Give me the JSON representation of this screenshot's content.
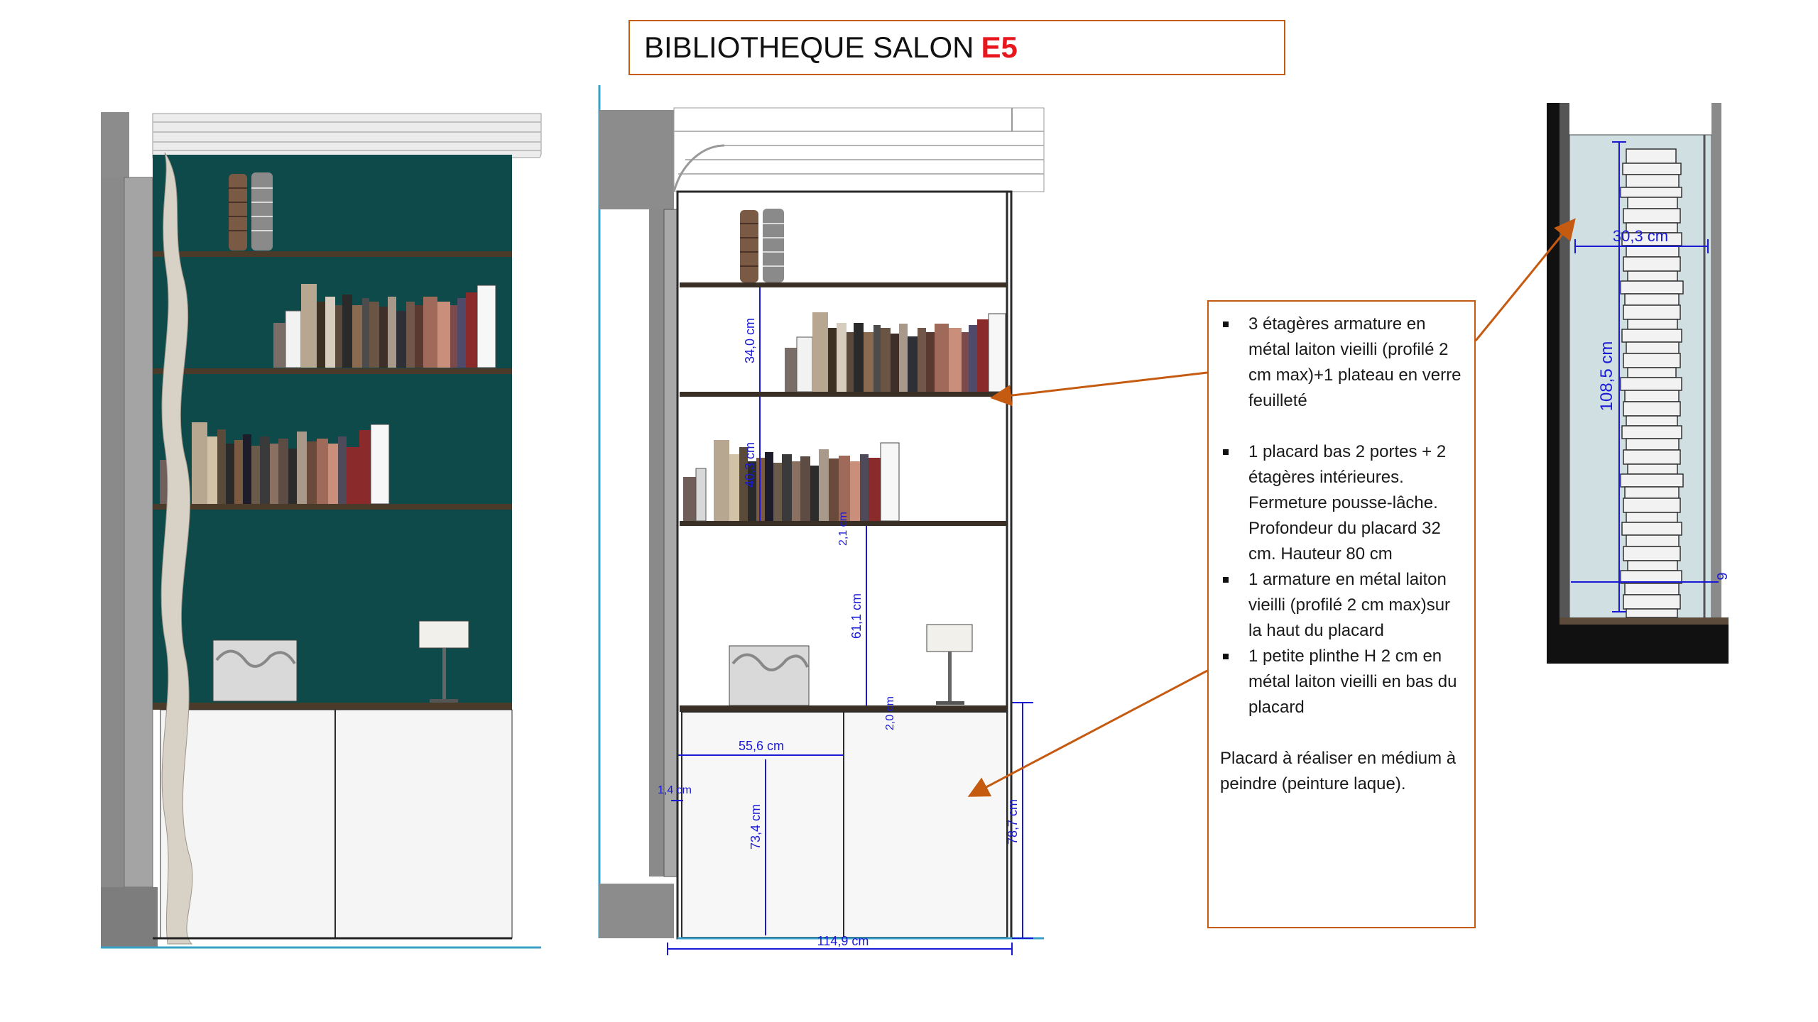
{
  "title": {
    "text": "BIBLIOTHEQUE SALON",
    "code": "E5"
  },
  "notes": {
    "items": [
      "3 étagères armature en métal laiton vieilli (profilé 2 cm max)+1 plateau en verre feuilleté",
      "1 placard  bas 2 portes + 2 étagères intérieures. Fermeture pousse-lâche. Profondeur du placard 32 cm. Hauteur 80 cm",
      "1 armature en métal laiton vieilli (profilé 2 cm max)sur la haut du placard",
      "1 petite plinthe H 2 cm en métal laiton vieilli en bas du placard"
    ],
    "footer": "Placard à réaliser en médium à peindre (peinture laque)."
  },
  "dimensions": {
    "shelf_height": "34,0 cm",
    "shelf_2": "40,3 cm",
    "shelf_thickness": "2,1 cm",
    "niche_height": "61,1 cm",
    "top_profile": "2,0 cm",
    "door_width": "55,6 cm",
    "side_gap": "1,4 cm",
    "door_height": "73,4 cm",
    "cabinet_height": "78,7 cm",
    "total_width": "114,9 cm",
    "section_depth": "30,3 cm",
    "section_height": "108,5 cm",
    "section_edge": "9"
  },
  "colors": {
    "accent_border": "#c55a11",
    "code_red": "#e8161d",
    "wall_teal": "#0e4a4a",
    "dimension_blue": "#1a1ad6",
    "frame_grey": "#7f7f7f"
  }
}
